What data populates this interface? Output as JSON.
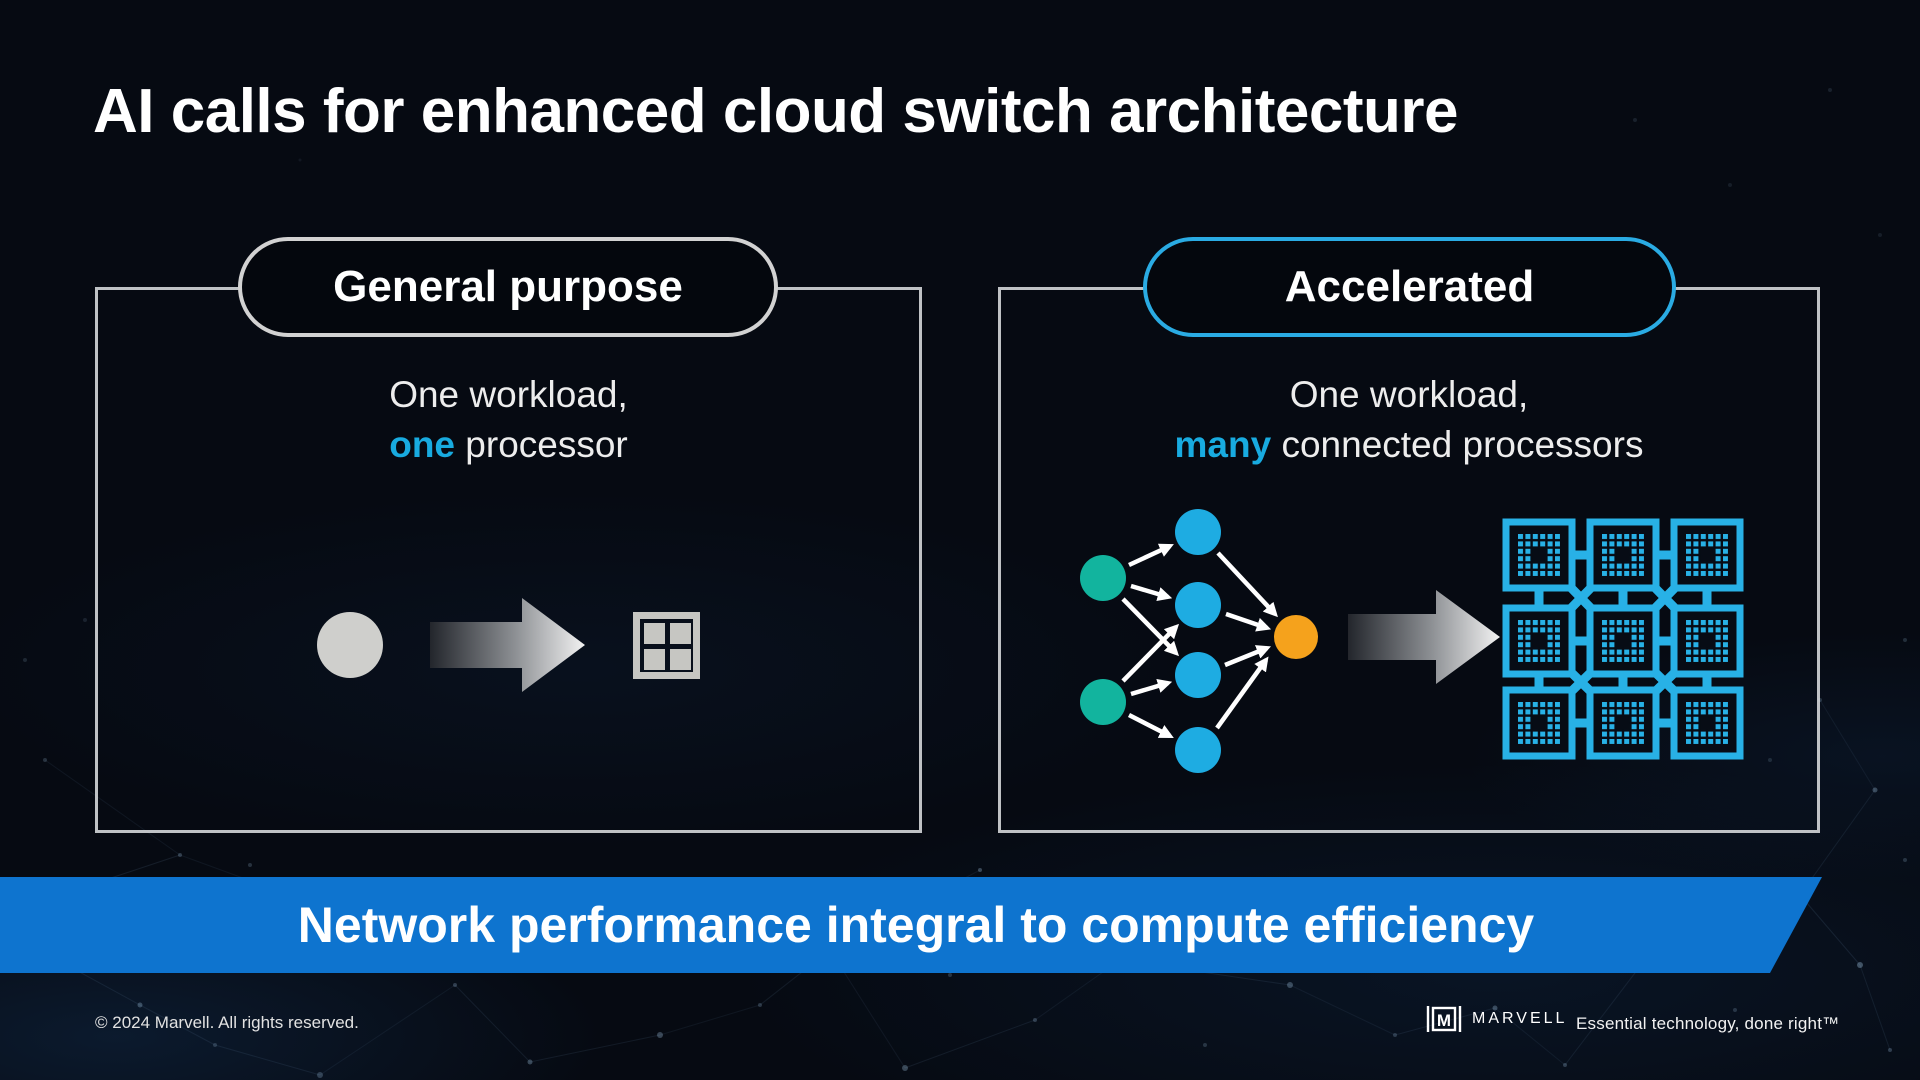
{
  "title": "AI calls for enhanced cloud switch architecture",
  "panels": {
    "left": {
      "badge": "General purpose",
      "line1": "One workload,",
      "emphasis": "one",
      "line2_rest": " processor"
    },
    "right": {
      "badge": "Accelerated",
      "line1": "One workload,",
      "emphasis": "many",
      "line2_rest": " connected processors"
    }
  },
  "banner": {
    "text": "Network performance integral to compute efficiency"
  },
  "footer": {
    "copyright": "© 2024 Marvell. All rights reserved.",
    "brand": "MARVELL",
    "brand_letter": "M",
    "tagline": "Essential technology, done right™"
  },
  "colors": {
    "background": "#060a12",
    "accent_text_blue": "#18abe0",
    "banner_blue": "#0e74cf",
    "pill_border_gray": "#d2d2d2",
    "pill_border_cyan": "#2aabe3",
    "panel_border": "#dadcde",
    "node_teal": "#12b49e",
    "node_blue": "#1eace2",
    "node_orange": "#f5a21c",
    "mesh_cyan": "#28b1e6",
    "icon_gray": "#cccccb"
  },
  "icons": {
    "left_diagram": [
      "single-processor-dot",
      "gradient-arrow-icon",
      "processor-chip-icon"
    ],
    "right_diagram": [
      "neural-network-icon",
      "gradient-arrow-icon",
      "chip-mesh-icon"
    ]
  },
  "diagram": {
    "neural_network": {
      "input_nodes": 2,
      "hidden_nodes": 4,
      "output_nodes": 1
    },
    "chip_mesh": {
      "rows": 3,
      "cols": 3
    }
  }
}
